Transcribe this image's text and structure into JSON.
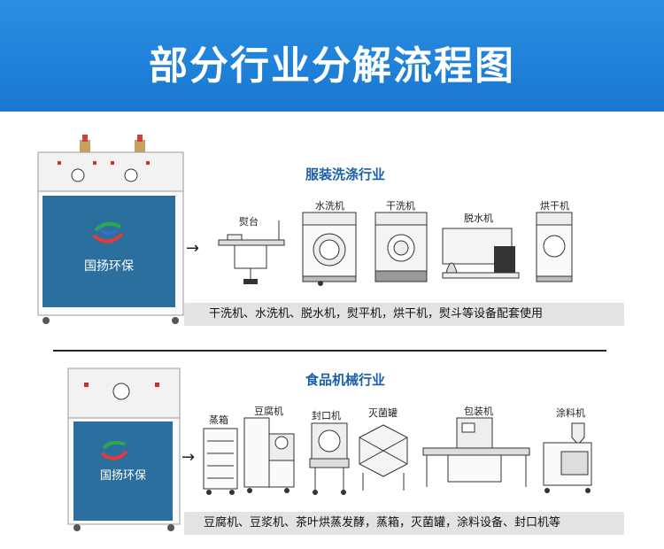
{
  "header": {
    "title": "部分行业分解流程图"
  },
  "laundry": {
    "title": "服装洗涤行业",
    "machines": [
      "熨台",
      "水洗机",
      "干洗机",
      "脱水机",
      "烘干机"
    ],
    "caption": "干洗机、水洗机、脱水机，熨平机，烘干机，熨斗等设备配套使用"
  },
  "food": {
    "title": "食品机械行业",
    "machines": [
      "蒸箱",
      "豆腐机",
      "封口机",
      "灭菌罐",
      "包装机",
      "涂料机"
    ],
    "caption": "豆腐机、豆浆机、茶叶烘蒸发酵，蒸箱，灭菌罐，涂料设备、封口机等"
  },
  "brand": {
    "name": "国扬环保"
  },
  "colors": {
    "banner": "#1877d2",
    "panel": "#2a6f9e",
    "section_title": "#1a5fa8",
    "caption_bg": "#e3e3e3"
  }
}
